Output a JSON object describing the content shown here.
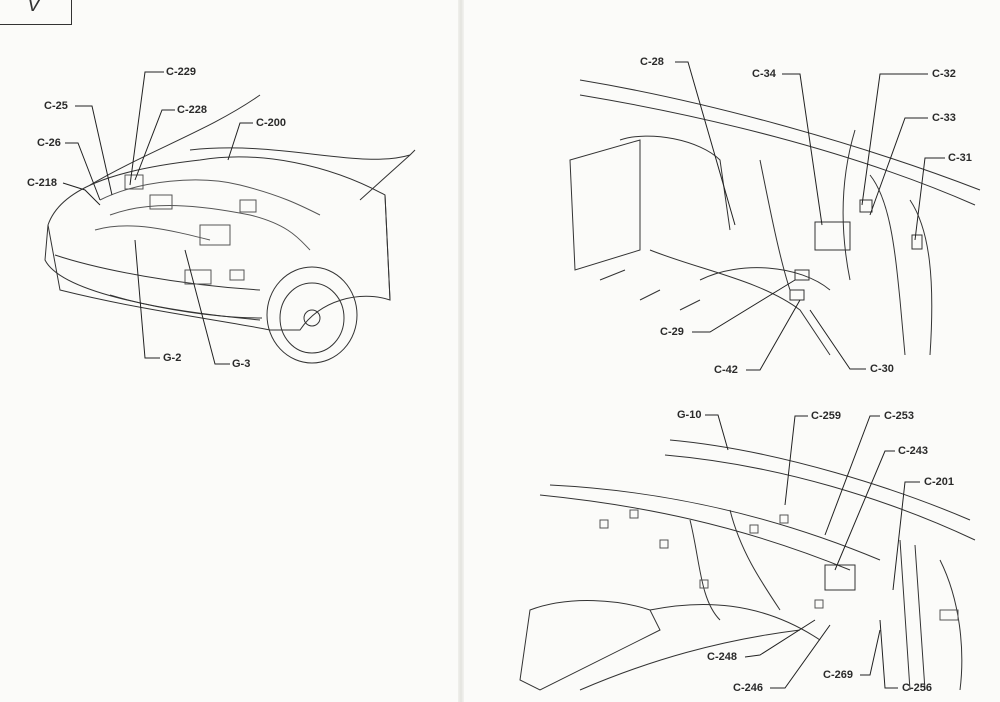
{
  "page": {
    "corner_mark": "V"
  },
  "diagrams": {
    "engine_compartment": {
      "labels": [
        "C-229",
        "C-25",
        "C-228",
        "C-26",
        "C-200",
        "C-218",
        "G-2",
        "G-3"
      ]
    },
    "kick_panel": {
      "labels": [
        "C-28",
        "C-34",
        "C-32",
        "C-33",
        "C-31",
        "C-29",
        "C-42",
        "C-30"
      ]
    },
    "instrument_panel": {
      "labels": [
        "G-10",
        "C-259",
        "C-253",
        "C-243",
        "C-201",
        "C-248",
        "C-246",
        "C-269",
        "C-256"
      ]
    }
  }
}
